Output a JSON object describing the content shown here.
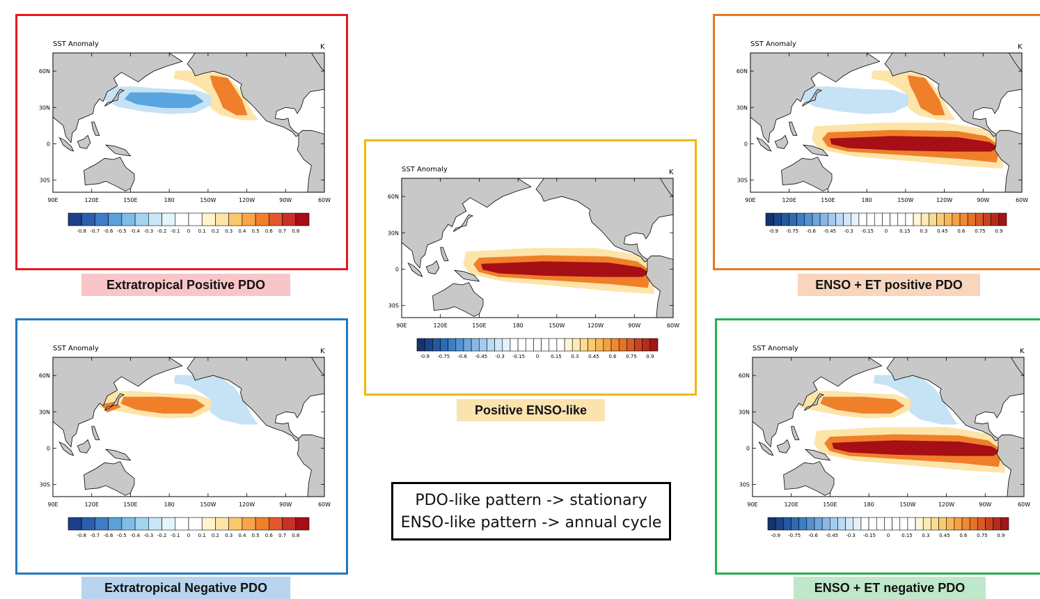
{
  "colors": {
    "ocean": "#ffffff",
    "land": "#c8c8c8",
    "pos_strong": "#a50f15",
    "pos_mid": "#f07f2a",
    "pos_weak": "#fde4a8",
    "neg_strong": "#5aa5e0",
    "neg_weak": "#c6e2f5"
  },
  "common": {
    "map_title": "SST Anomaly",
    "unit": "K",
    "lat_labels": [
      "60N",
      "30N",
      "0",
      "30S"
    ],
    "lon_labels": [
      "90E",
      "120E",
      "150E",
      "180",
      "150W",
      "120W",
      "90W",
      "60W"
    ],
    "cbar_ticks_pdo": [
      "-0.8",
      "-0.7",
      "-0.6",
      "-0.5",
      "-0.4",
      "-0.3",
      "-0.2",
      "-0.1",
      "0",
      "0.1",
      "0.2",
      "0.3",
      "0.4",
      "0.5",
      "0.6",
      "0.7",
      "0.8"
    ],
    "cbar_ticks_enso": [
      "-0.9",
      "-0.75",
      "-0.6",
      "-0.45",
      "-0.3",
      "-0.15",
      "0",
      "0.15",
      "0.3",
      "0.45",
      "0.6",
      "0.75",
      "0.9"
    ]
  },
  "panels": [
    {
      "id": "et-pos-pdo",
      "caption": "Extratropical Positive PDO",
      "border": "#e8171f",
      "caption_bg": "#f8c5c8",
      "pattern": "et-pos",
      "cbar": "pdo"
    },
    {
      "id": "et-neg-pdo",
      "caption": "Extratropical Negative PDO",
      "border": "#1f78c1",
      "caption_bg": "#b8d4ee",
      "pattern": "et-neg",
      "cbar": "pdo"
    },
    {
      "id": "pos-enso",
      "caption": "Positive ENSO-like",
      "border": "#f2b705",
      "caption_bg": "#fbe3b0",
      "pattern": "enso",
      "cbar": "enso"
    },
    {
      "id": "enso-et-pos",
      "caption": "ENSO + ET positive PDO",
      "border": "#e87722",
      "caption_bg": "#f8d5bc",
      "pattern": "enso-et-pos",
      "cbar": "enso"
    },
    {
      "id": "enso-et-neg",
      "caption": "ENSO + ET negative PDO",
      "border": "#22b14c",
      "caption_bg": "#bfe8cb",
      "pattern": "enso-et-neg",
      "cbar": "enso"
    }
  ],
  "note": {
    "line1": "PDO-like pattern -> stationary",
    "line2": "ENSO-like pattern -> annual cycle"
  }
}
